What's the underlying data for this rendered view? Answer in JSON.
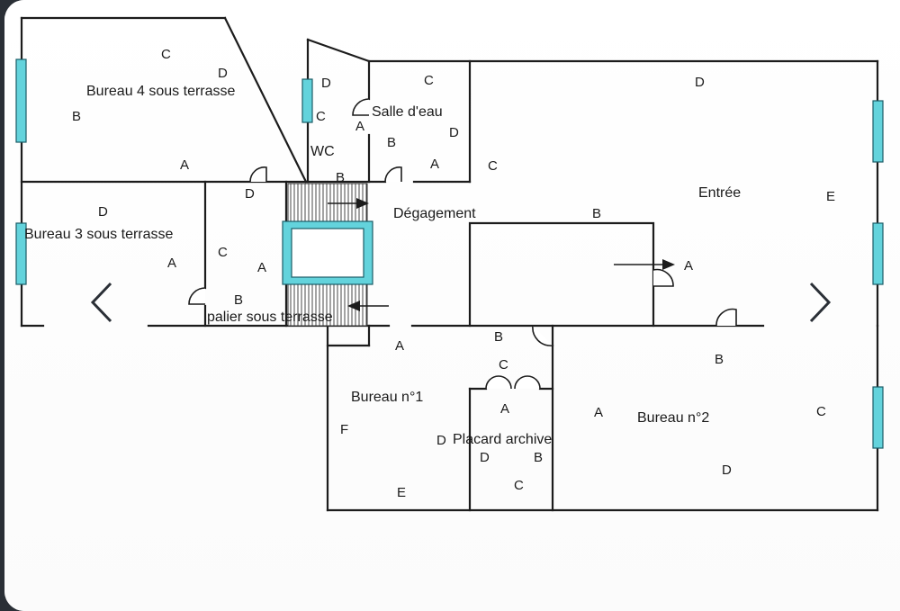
{
  "rooms": {
    "bureau4": "Bureau 4 sous terrasse",
    "bureau3": "Bureau 3 sous terrasse",
    "wc": "WC",
    "salle_eau": "Salle d'eau",
    "degagement": "Dégagement",
    "entree": "Entrée",
    "palier": "palier sous terrasse",
    "bureau1": "Bureau n°1",
    "placard": "Placard archive",
    "bureau2": "Bureau n°2"
  },
  "wall_letters": {
    "b4_c": "C",
    "b4_d": "D",
    "b4_b": "B",
    "b4_a": "A",
    "b3_d": "D",
    "b3_a": "A",
    "pal_d": "D",
    "pal_c": "C",
    "pal_a": "A",
    "pal_b": "B",
    "wc_d": "D",
    "wc_c": "C",
    "wc_a": "A",
    "wc_b": "B",
    "se_c": "C",
    "se_b": "B",
    "se_d": "D",
    "se_a": "A",
    "deg_c": "C",
    "deg_b": "B",
    "deg_a": "A",
    "ent_d": "D",
    "ent_e": "E",
    "b1_a": "A",
    "b1_f": "F",
    "b1_e": "E",
    "b1_d": "D",
    "pl_b_top": "B",
    "pl_c_top": "C",
    "pl_a": "A",
    "pl_d": "D",
    "pl_b": "B",
    "pl_c": "C",
    "b2_a": "A",
    "b2_b": "B",
    "b2_c": "C",
    "b2_d": "D"
  },
  "colors": {
    "window": "#63d3dc",
    "wall": "#1c1c1c"
  },
  "nav": {
    "prev_icon": "chevron-left-icon",
    "next_icon": "chevron-right-icon"
  }
}
